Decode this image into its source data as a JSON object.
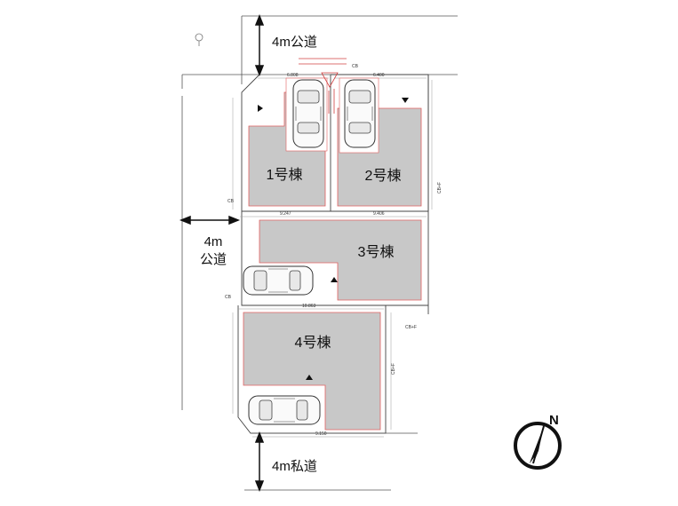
{
  "roads": {
    "north": "4m公道",
    "west_line1": "4m",
    "west_line2": "公道",
    "south": "4m私道"
  },
  "buildings": [
    {
      "id": 1,
      "label": "1号棟"
    },
    {
      "id": 2,
      "label": "2号棟"
    },
    {
      "id": 3,
      "label": "3号棟"
    },
    {
      "id": 4,
      "label": "4号棟"
    }
  ],
  "markers": {
    "cb": "CB",
    "cbf": "CB+F",
    "north": "N"
  },
  "colors": {
    "building_fill": "#c8c8c8",
    "building_outline": "#e06060",
    "lot_line": "#444444"
  }
}
